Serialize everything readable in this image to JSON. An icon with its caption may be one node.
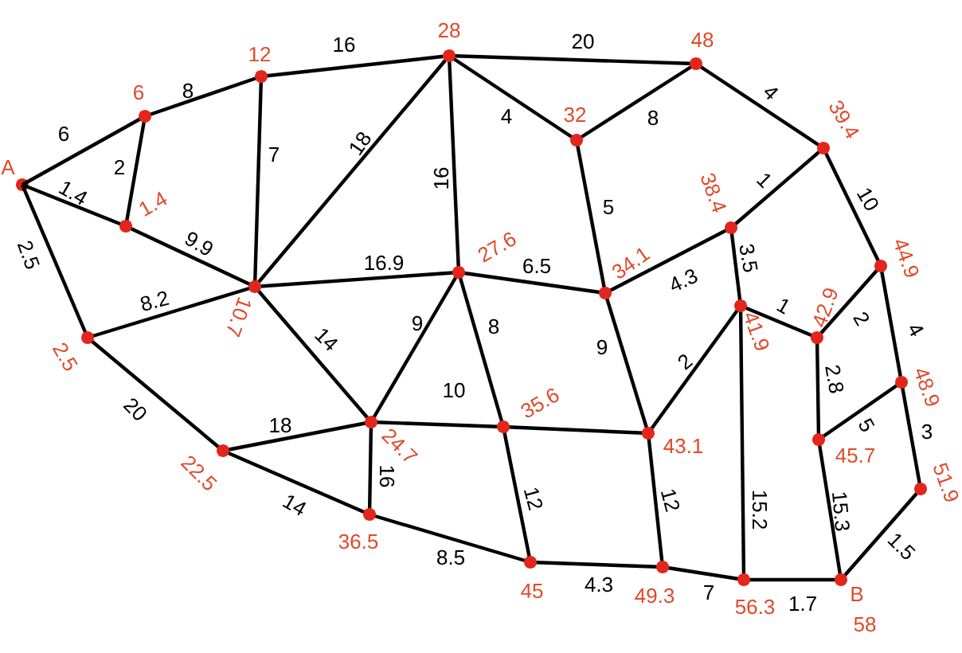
{
  "diagram": {
    "nodes": [
      {
        "text": [],
        "shape": "circle",
        "beside": [
          "A"
        ]
      },
      {
        "text": [],
        "shape": "circle",
        "beside": [
          "6"
        ]
      },
      {
        "text": [],
        "shape": "circle",
        "beside": [
          "12"
        ]
      },
      {
        "text": [],
        "shape": "circle",
        "beside": [
          "1.4"
        ]
      },
      {
        "text": [],
        "shape": "circle",
        "beside": [
          "10.7"
        ]
      },
      {
        "text": [],
        "shape": "circle",
        "beside": [
          "28"
        ]
      },
      {
        "text": [],
        "shape": "circle",
        "beside": [
          "48"
        ]
      },
      {
        "text": [],
        "shape": "circle",
        "beside": [
          "32"
        ]
      },
      {
        "text": [],
        "shape": "circle",
        "beside": [
          "39.4"
        ]
      },
      {
        "text": [],
        "shape": "circle",
        "beside": [
          "38.4"
        ]
      },
      {
        "text": [],
        "shape": "circle",
        "beside": [
          "27.6"
        ]
      },
      {
        "text": [],
        "shape": "circle",
        "beside": [
          "34.1"
        ]
      },
      {
        "text": [],
        "shape": "circle",
        "beside": [
          "44.9"
        ]
      },
      {
        "text": [],
        "shape": "circle",
        "beside": [
          "2.5"
        ]
      },
      {
        "text": [],
        "shape": "circle",
        "beside": [
          "41.9"
        ]
      },
      {
        "text": [],
        "shape": "circle",
        "beside": [
          "42.9"
        ]
      },
      {
        "text": [],
        "shape": "circle",
        "beside": [
          "24.7"
        ]
      },
      {
        "text": [],
        "shape": "circle",
        "beside": [
          "35.6"
        ]
      },
      {
        "text": [],
        "shape": "circle",
        "beside": [
          "43.1"
        ]
      },
      {
        "text": [],
        "shape": "circle",
        "beside": [
          "48.9"
        ]
      },
      {
        "text": [],
        "shape": "circle",
        "beside": [
          "22.5"
        ]
      },
      {
        "text": [],
        "shape": "circle",
        "beside": [
          "45.7"
        ]
      },
      {
        "text": [],
        "shape": "circle",
        "beside": [
          "36.5"
        ]
      },
      {
        "text": [],
        "shape": "circle",
        "beside": [
          "51.9"
        ]
      },
      {
        "text": [],
        "shape": "circle",
        "beside": [
          "45"
        ]
      },
      {
        "text": [],
        "shape": "circle",
        "beside": [
          "49.3"
        ]
      },
      {
        "text": [],
        "shape": "circle",
        "beside": [
          "56.3"
        ]
      },
      {
        "text": [],
        "shape": "circle",
        "beside": [
          "B",
          "58"
        ]
      }
    ],
    "edges": [
      {
        "from": 0,
        "to": 1,
        "arrow": "none",
        "label": "6"
      },
      {
        "from": 1,
        "to": 2,
        "arrow": "none",
        "label": "8"
      },
      {
        "from": 2,
        "to": 5,
        "arrow": "none",
        "label": "16"
      },
      {
        "from": 5,
        "to": 6,
        "arrow": "none",
        "label": "20"
      },
      {
        "from": 0,
        "to": 3,
        "arrow": "none",
        "label": "1.4"
      },
      {
        "from": 1,
        "to": 3,
        "arrow": "none",
        "label": "2"
      },
      {
        "from": 2,
        "to": 4,
        "arrow": "none",
        "label": "7"
      },
      {
        "from": 5,
        "to": 4,
        "arrow": "none",
        "label": "18"
      },
      {
        "from": 5,
        "to": 7,
        "arrow": "none",
        "label": "4"
      },
      {
        "from": 6,
        "to": 7,
        "arrow": "none",
        "label": "8"
      },
      {
        "from": 6,
        "to": 8,
        "arrow": "none",
        "label": "4"
      },
      {
        "from": 5,
        "to": 10,
        "arrow": "none",
        "label": "16"
      },
      {
        "from": 7,
        "to": 11,
        "arrow": "none",
        "label": "5"
      },
      {
        "from": 8,
        "to": 9,
        "arrow": "none",
        "label": "1"
      },
      {
        "from": 8,
        "to": 12,
        "arrow": "none",
        "label": "10"
      },
      {
        "from": 3,
        "to": 4,
        "arrow": "none",
        "label": "9.9"
      },
      {
        "from": 0,
        "to": 13,
        "arrow": "none",
        "label": "2.5"
      },
      {
        "from": 13,
        "to": 4,
        "arrow": "none",
        "label": "8.2"
      },
      {
        "from": 4,
        "to": 10,
        "arrow": "none",
        "label": "16.9"
      },
      {
        "from": 10,
        "to": 11,
        "arrow": "none",
        "label": "6.5"
      },
      {
        "from": 11,
        "to": 9,
        "arrow": "none",
        "label": "4.3"
      },
      {
        "from": 9,
        "to": 14,
        "arrow": "none",
        "label": "3.5"
      },
      {
        "from": 14,
        "to": 15,
        "arrow": "none",
        "label": "1"
      },
      {
        "from": 15,
        "to": 12,
        "arrow": "none",
        "label": "2"
      },
      {
        "from": 12,
        "to": 19,
        "arrow": "none",
        "label": "4"
      },
      {
        "from": 4,
        "to": 16,
        "arrow": "none",
        "label": "14"
      },
      {
        "from": 10,
        "to": 16,
        "arrow": "none",
        "label": "9"
      },
      {
        "from": 10,
        "to": 17,
        "arrow": "none",
        "label": "8"
      },
      {
        "from": 11,
        "to": 18,
        "arrow": "none",
        "label": "9"
      },
      {
        "from": 14,
        "to": 18,
        "arrow": "none",
        "label": "2"
      },
      {
        "from": 15,
        "to": 21,
        "arrow": "none",
        "label": "2.8"
      },
      {
        "from": 19,
        "to": 21,
        "arrow": "none",
        "label": "5"
      },
      {
        "from": 19,
        "to": 23,
        "arrow": "none",
        "label": "3"
      },
      {
        "from": 13,
        "to": 20,
        "arrow": "none",
        "label": "20"
      },
      {
        "from": 20,
        "to": 16,
        "arrow": "none",
        "label": "18"
      },
      {
        "from": 16,
        "to": 17,
        "arrow": "none",
        "label": "10"
      },
      {
        "from": 17,
        "to": 18,
        "arrow": "none"
      },
      {
        "from": 16,
        "to": 22,
        "arrow": "none",
        "label": "16"
      },
      {
        "from": 20,
        "to": 22,
        "arrow": "none",
        "label": "14"
      },
      {
        "from": 17,
        "to": 24,
        "arrow": "none",
        "label": "12"
      },
      {
        "from": 18,
        "to": 25,
        "arrow": "none",
        "label": "12"
      },
      {
        "from": 14,
        "to": 26,
        "arrow": "none",
        "label": "15.2"
      },
      {
        "from": 21,
        "to": 27,
        "arrow": "none",
        "label": "15.3"
      },
      {
        "from": 23,
        "to": 27,
        "arrow": "none",
        "label": "1.5"
      },
      {
        "from": 22,
        "to": 24,
        "arrow": "none",
        "label": "8.5"
      },
      {
        "from": 24,
        "to": 25,
        "arrow": "none",
        "label": "4.3"
      },
      {
        "from": 25,
        "to": 26,
        "arrow": "none",
        "label": "7"
      },
      {
        "from": 26,
        "to": 27,
        "arrow": "none",
        "label": "1.7"
      }
    ]
  }
}
